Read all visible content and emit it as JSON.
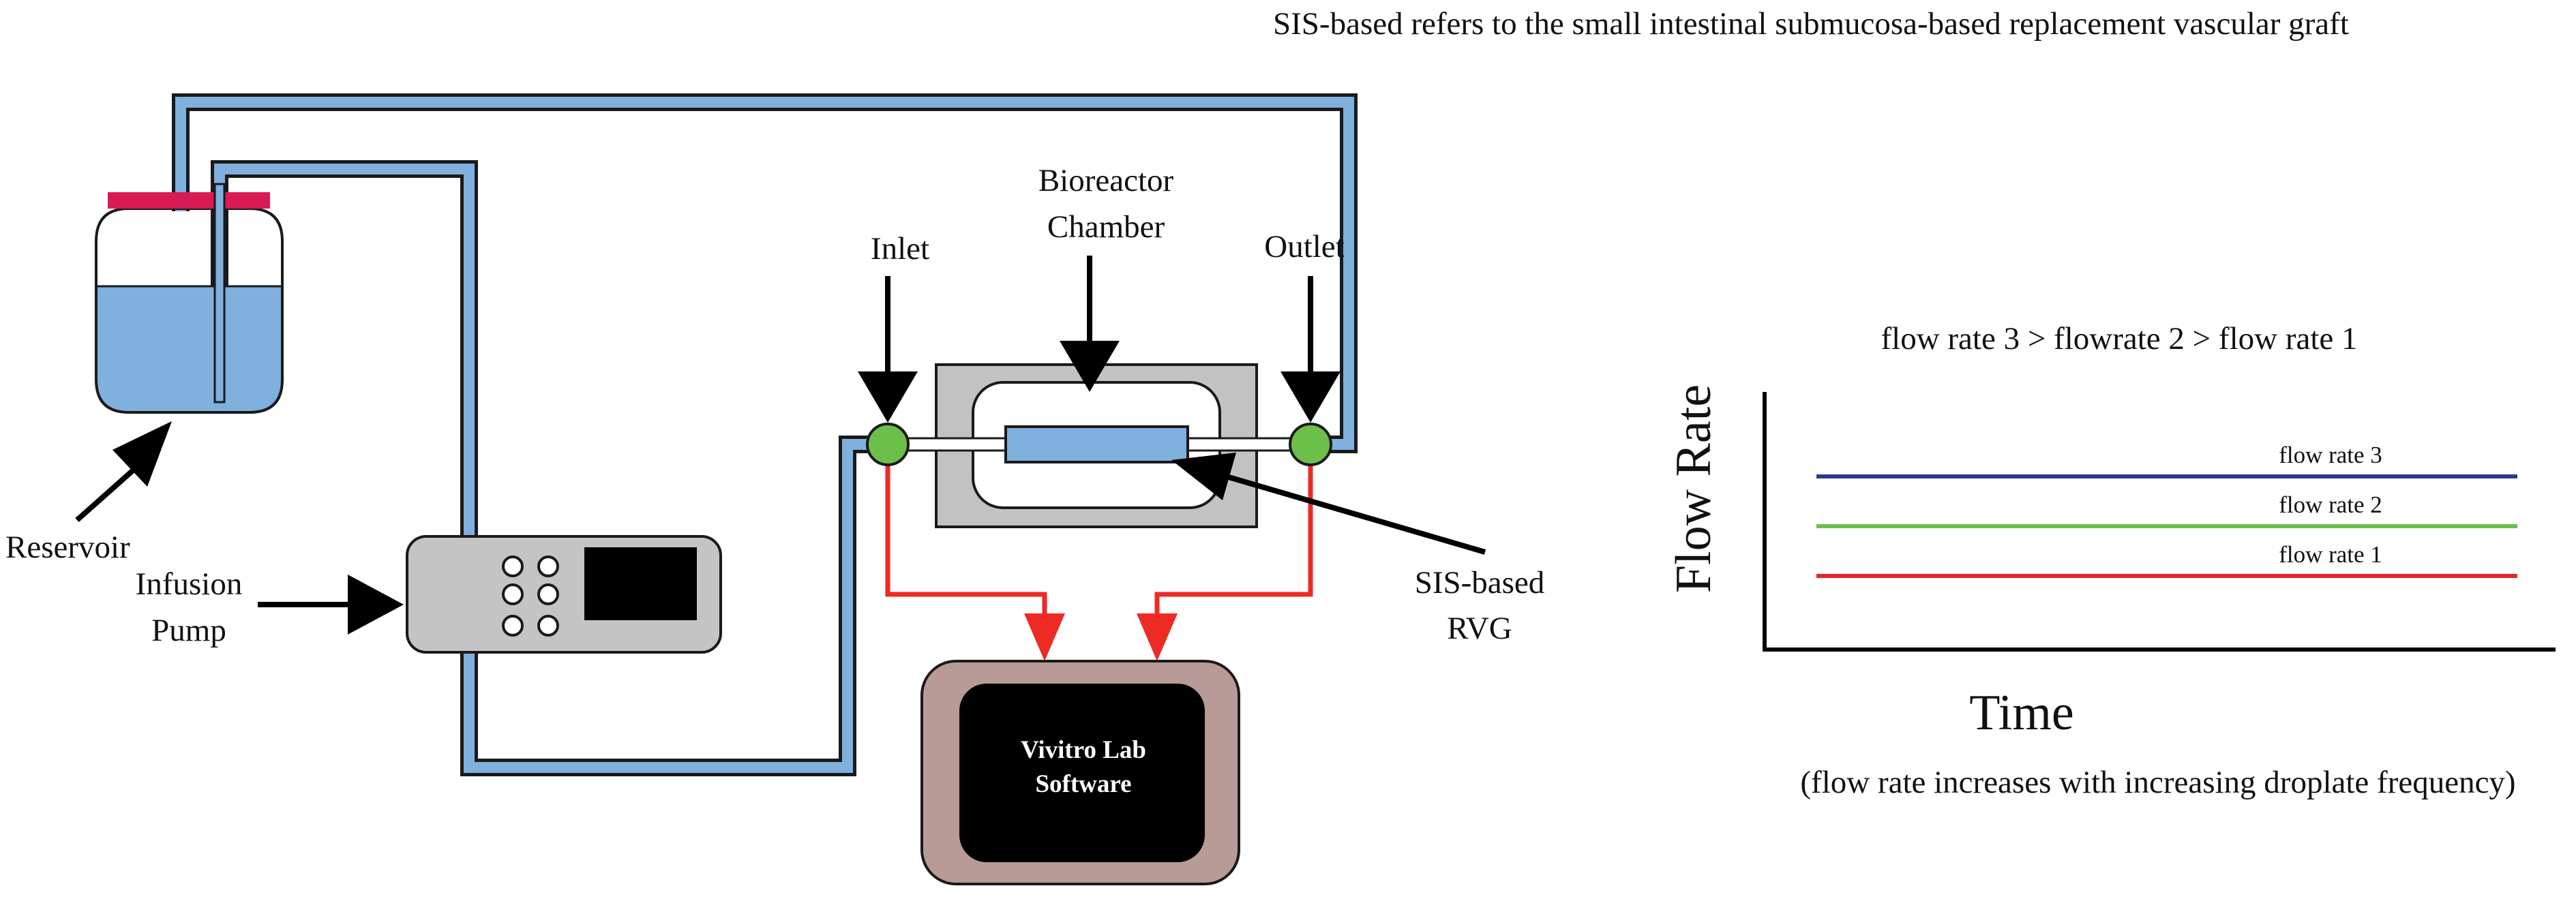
{
  "caption_top": "SIS-based refers to the small intestinal submucosa-based replacement vascular graft",
  "labels": {
    "reservoir": "Reservoir",
    "infusion_pump_line1": "Infusion",
    "infusion_pump_line2": "Pump",
    "inlet": "Inlet",
    "outlet": "Outlet",
    "chamber_line1": "Bioreactor",
    "chamber_line2": "Chamber",
    "rvg_line1": "SIS-based",
    "rvg_line2": "RVG",
    "software_line1": "Vivitro Lab",
    "software_line2": "Software"
  },
  "colors": {
    "tube_fill": "#7fb0de",
    "tube_outline": "#1a1a1a",
    "fluid": "#7fb0de",
    "lid": "#d81b55",
    "valve": "#6cc04a",
    "signal": "#ee2a24",
    "pump_body": "#c4c4c4",
    "chamber": "#c2c2c2",
    "monitor_frame": "#b89a96",
    "screen": "#000000",
    "flow3": "#2b3a8c",
    "flow2": "#6cc04a",
    "flow1": "#e0252e"
  },
  "chart_data": {
    "type": "line",
    "title": "flow rate 3 > flowrate 2 > flow rate 1",
    "xlabel": "Time",
    "ylabel": "Flow Rate",
    "note": "(flow rate increases with increasing droplate frequency)",
    "series": [
      {
        "name": "flow rate 3",
        "level": 3,
        "color": "#2b3a8c"
      },
      {
        "name": "flow rate 2",
        "level": 2,
        "color": "#6cc04a"
      },
      {
        "name": "flow rate 1",
        "level": 1,
        "color": "#e0252e"
      }
    ],
    "grid": false,
    "legend": "inline labels above each line"
  }
}
